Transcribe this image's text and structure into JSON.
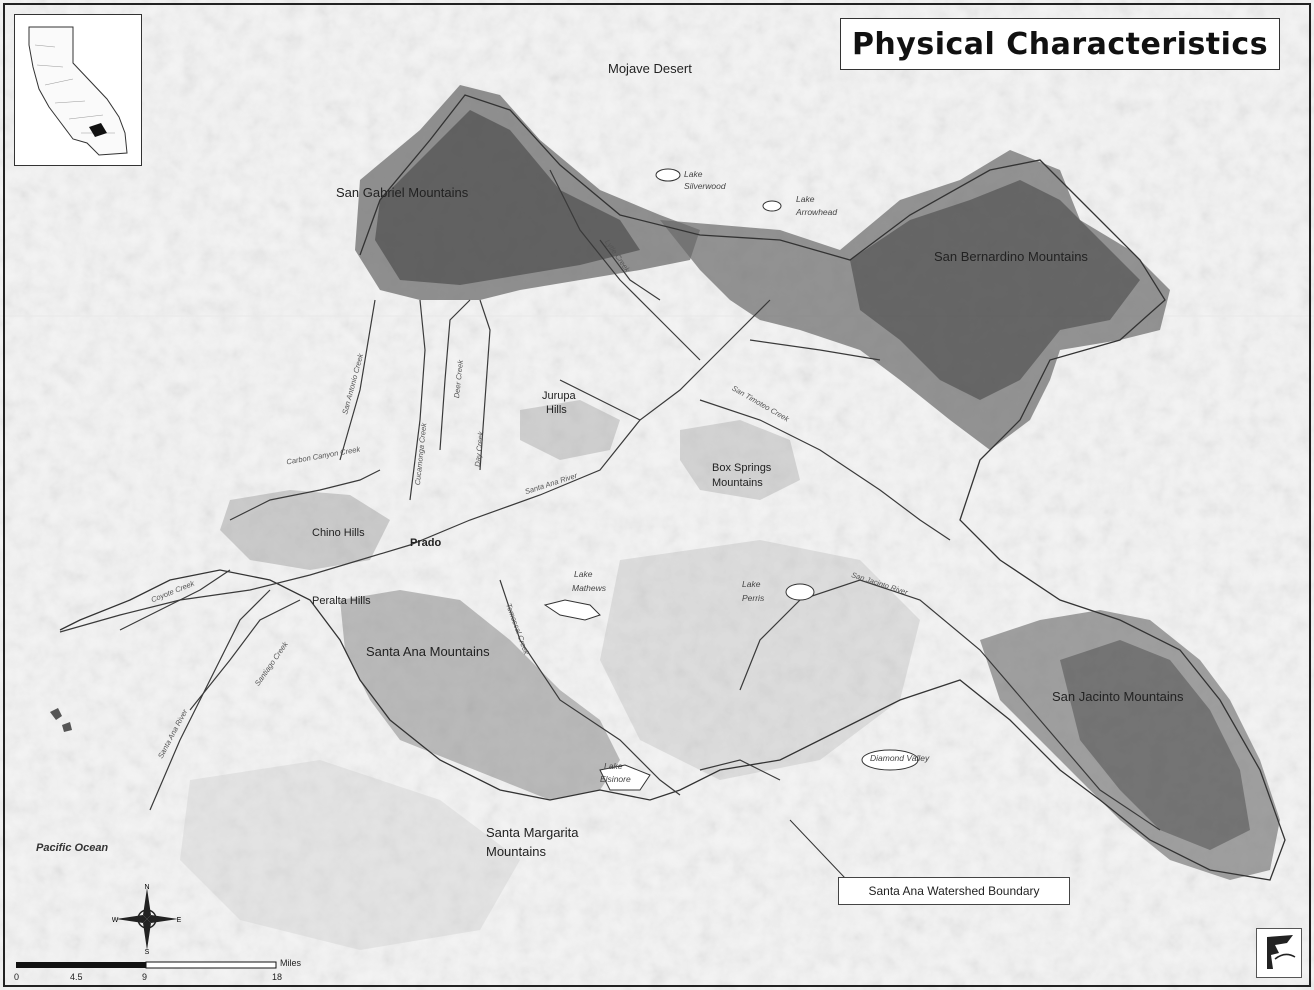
{
  "title": "Physical Characteristics",
  "labels": {
    "mojave": "Mojave Desert",
    "san_gabriel": "San Gabriel Mountains",
    "san_bernardino": "San Bernardino Mountains",
    "lake_silverwood_1": "Lake",
    "lake_silverwood_2": "Silverwood",
    "lake_arrowhead_1": "Lake",
    "lake_arrowhead_2": "Arrowhead",
    "jurupa_1": "Jurupa",
    "jurupa_2": "Hills",
    "box_springs_1": "Box Springs",
    "box_springs_2": "Mountains",
    "chino_hills": "Chino Hills",
    "prado": "Prado",
    "peralta_hills": "Peralta Hills",
    "lake_mathews_1": "Lake",
    "lake_mathews_2": "Mathews",
    "lake_perris_1": "Lake",
    "lake_perris_2": "Perris",
    "santa_ana_mtns": "Santa Ana Mountains",
    "san_jacinto": "San Jacinto Mountains",
    "diamond_valley": "Diamond Valley",
    "lake_elsinore_1": "Lake",
    "lake_elsinore_2": "Elsinore",
    "santa_margarita_1": "Santa Margarita",
    "santa_margarita_2": "Mountains",
    "pacific": "Pacific Ocean",
    "boundary": "Santa Ana Watershed Boundary"
  },
  "rivers": {
    "santa_ana_river": "Santa Ana River",
    "san_jacinto_river": "San Jacinto River",
    "san_antonio_creek": "San Antonio Creek",
    "chino_creek": "Carbon Canyon Creek",
    "cucamonga_creek": "Cucamonga Creek",
    "deer_creek": "Deer Creek",
    "day_creek": "Day Creek",
    "coyote_creek": "Coyote Creek",
    "santiago_creek": "Santiago Creek",
    "temescal_creek": "Temescal Creek",
    "lytle_creek": "Lytle Creek",
    "san_timoteo_creek": "San Timoteo Creek",
    "santa_ana_river_lower": "Santa Ana River"
  },
  "compass": {
    "n": "N",
    "s": "S",
    "e": "E",
    "w": "W"
  },
  "scale": {
    "unit": "Miles",
    "ticks": [
      "0",
      "4.5",
      "9",
      "18"
    ]
  }
}
